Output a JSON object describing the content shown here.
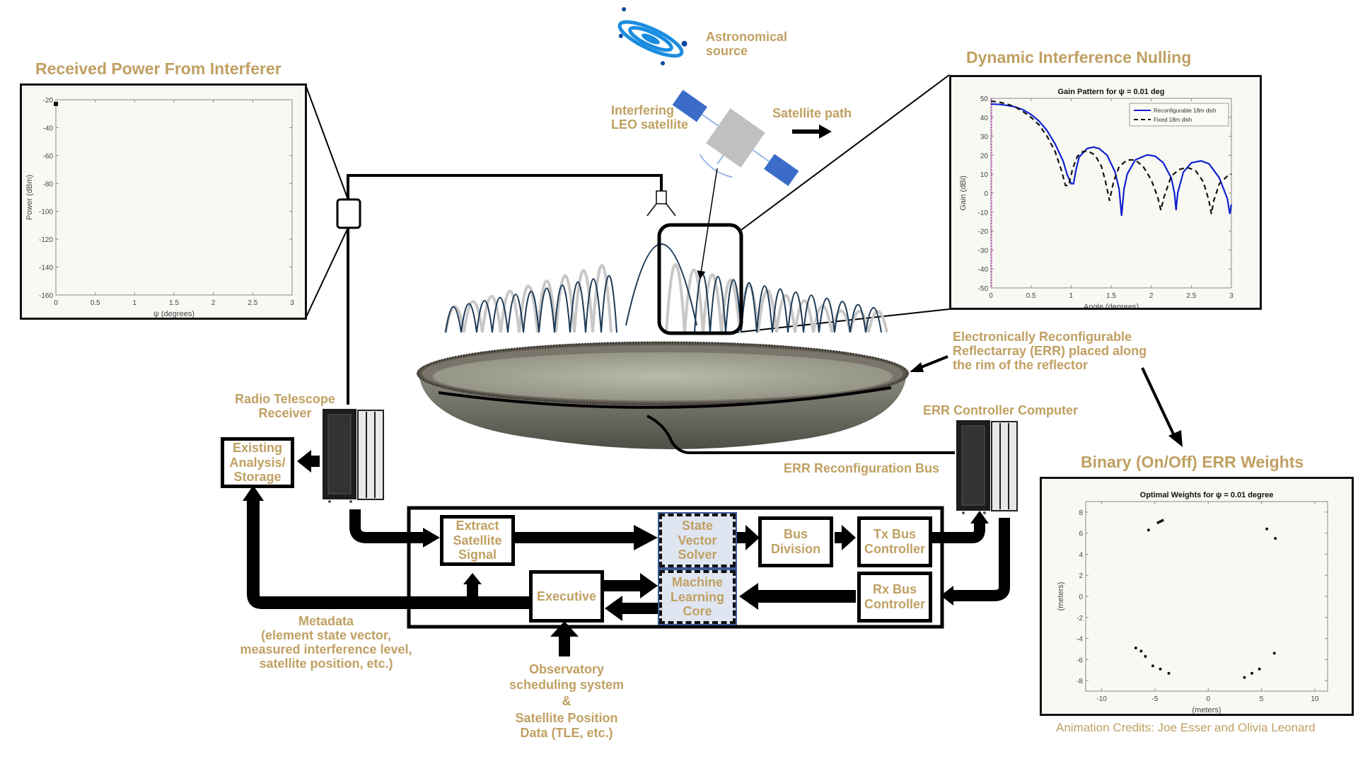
{
  "colors": {
    "label_gold": "#c0a062",
    "reconfigurable_line": "#1020d0",
    "fixed_line": "#111111",
    "solver_fill": "#dfe6f2",
    "satellite_panel": "#3a6cc8",
    "galaxy": "#1a8ce0"
  },
  "labels": {
    "astronomical_source": [
      "Astronomical",
      "source"
    ],
    "interfering_satellite": [
      "Interfering",
      "LEO satellite"
    ],
    "satellite_path": "Satellite path",
    "err_description": [
      "Electronically Reconfigurable",
      "Reflectarray (ERR) placed along",
      "the rim of the reflector"
    ],
    "radio_telescope_receiver": [
      "Radio Telescope",
      "Receiver"
    ],
    "err_controller_computer": "ERR Controller Computer",
    "err_reconfiguration_bus": "ERR Reconfiguration Bus",
    "metadata": [
      "Metadata",
      "(element state vector,",
      "measured interference level,",
      "satellite position, etc.)"
    ],
    "observatory": [
      "Observatory",
      "scheduling system",
      "&",
      "Satellite Position",
      "Data (TLE, etc.)"
    ],
    "credits": "Animation Credits: Joe Esser and Olivia Leonard"
  },
  "titles": {
    "received_power": "Received Power From Interferer",
    "dynamic_nulling": "Dynamic Interference Nulling",
    "binary_weights": "Binary (On/Off) ERR Weights"
  },
  "blocks": {
    "existing_analysis": [
      "Existing",
      "Analysis/",
      "Storage"
    ],
    "extract_signal": [
      "Extract",
      "Satellite",
      "Signal"
    ],
    "state_vector_solver": [
      "State",
      "Vector",
      "Solver"
    ],
    "machine_learning_core": [
      "Machine",
      "Learning",
      "Core"
    ],
    "bus_division": [
      "Bus",
      "Division"
    ],
    "tx_bus_controller": [
      "Tx Bus",
      "Controller"
    ],
    "rx_bus_controller": [
      "Rx Bus",
      "Controller"
    ],
    "executive": [
      "Executive"
    ]
  },
  "chart_data": [
    {
      "id": "received_power",
      "type": "scatter",
      "title": "",
      "xlabel": "ψ (degrees)",
      "ylabel": "Power (dBm)",
      "xlim": [
        0,
        3
      ],
      "ylim": [
        -160,
        -20
      ],
      "xticks": [
        0,
        0.5,
        1,
        1.5,
        2,
        2.5,
        3
      ],
      "xtick_labels": [
        "0",
        "0.5",
        "1",
        "1.5",
        "2",
        "2.5",
        "3"
      ],
      "yticks": [
        -20,
        -40,
        -60,
        -80,
        -100,
        -120,
        -140,
        -160
      ],
      "ytick_labels": [
        "-20",
        "-40",
        "-60",
        "-80",
        "-100",
        "-120",
        "-140",
        "-160"
      ],
      "grid": false,
      "points": [
        {
          "x": 0,
          "y": -23
        }
      ]
    },
    {
      "id": "gain_pattern",
      "type": "line",
      "title": "Gain Pattern for ψ = 0.01 deg",
      "xlabel": "Angle (degrees)",
      "ylabel": "Gain (dBi)",
      "xlim": [
        0,
        3
      ],
      "ylim": [
        -50,
        50
      ],
      "xticks": [
        0,
        0.5,
        1,
        1.5,
        2,
        2.5,
        3
      ],
      "xtick_labels": [
        "0",
        "0.5",
        "1",
        "1.5",
        "2",
        "2.5",
        "3"
      ],
      "yticks": [
        50,
        40,
        30,
        20,
        10,
        0,
        -10,
        -20,
        -30,
        -40,
        -50
      ],
      "ytick_labels": [
        "50",
        "40",
        "30",
        "20",
        "10",
        "0",
        "-10",
        "-20",
        "-30",
        "-40",
        "-50"
      ],
      "grid": false,
      "legend_position": "top-right",
      "series": [
        {
          "name": "Reconfigurable 18m dish",
          "style": "solid",
          "x": [
            0,
            0.1,
            0.2,
            0.3,
            0.4,
            0.5,
            0.6,
            0.7,
            0.8,
            0.9,
            0.95,
            1.0,
            1.03,
            1.06,
            1.1,
            1.2,
            1.28,
            1.35,
            1.45,
            1.55,
            1.6,
            1.63,
            1.66,
            1.7,
            1.8,
            1.95,
            2.05,
            2.15,
            2.25,
            2.29,
            2.31,
            2.33,
            2.4,
            2.5,
            2.62,
            2.72,
            2.85,
            2.95,
            2.98,
            3.0
          ],
          "y": [
            47,
            46.8,
            46.3,
            45.5,
            44,
            41.5,
            38,
            33,
            26,
            17,
            10,
            5,
            5,
            12,
            19,
            23.5,
            24.3,
            23.5,
            20,
            11,
            2,
            -12,
            2,
            10,
            17.5,
            20.2,
            19.5,
            16,
            8,
            0,
            -9,
            0,
            11,
            16,
            17,
            15.5,
            8,
            -3,
            -11,
            -6
          ]
        },
        {
          "name": "Fixed 18m dish",
          "style": "dashed",
          "x": [
            0,
            0.1,
            0.2,
            0.3,
            0.4,
            0.5,
            0.6,
            0.7,
            0.8,
            0.88,
            0.93,
            0.97,
            1.02,
            1.08,
            1.15,
            1.22,
            1.3,
            1.38,
            1.43,
            1.48,
            1.53,
            1.6,
            1.7,
            1.8,
            1.9,
            2.0,
            2.08,
            2.12,
            2.16,
            2.25,
            2.35,
            2.45,
            2.55,
            2.65,
            2.72,
            2.75,
            2.78,
            2.85,
            2.95,
            3.0
          ],
          "y": [
            48.5,
            48,
            47,
            45.5,
            43,
            40,
            36,
            30,
            22,
            12,
            4,
            4,
            13,
            19.5,
            22,
            22,
            20,
            14,
            6,
            -4,
            6,
            14,
            17.5,
            17.5,
            14,
            7,
            -2,
            -9,
            -2,
            9,
            12.5,
            13.5,
            12,
            6,
            -4,
            -11,
            -4,
            5,
            9,
            10
          ]
        }
      ]
    },
    {
      "id": "optimal_weights",
      "type": "scatter",
      "title": "Optimal Weights for ψ = 0.01 degree",
      "xlabel": "(meters)",
      "ylabel": "(meters)",
      "xlim": [
        -11.5,
        11.2
      ],
      "ylim": [
        -9,
        9
      ],
      "xticks": [
        -10,
        -5,
        0,
        5,
        10
      ],
      "xtick_labels": [
        "-10",
        "-5",
        "0",
        "5",
        "10"
      ],
      "yticks": [
        8,
        6,
        4,
        2,
        0,
        -2,
        -4,
        -6,
        -8
      ],
      "ytick_labels": [
        "8",
        "6",
        "4",
        "2",
        "0",
        "-2",
        "-4",
        "-6",
        "-8"
      ],
      "grid": false,
      "points": [
        {
          "x": -5.6,
          "y": 6.3
        },
        {
          "x": -4.7,
          "y": 7.0
        },
        {
          "x": -4.5,
          "y": 7.1
        },
        {
          "x": -4.3,
          "y": 7.2
        },
        {
          "x": 5.5,
          "y": 6.4
        },
        {
          "x": 6.3,
          "y": 5.5
        },
        {
          "x": -6.8,
          "y": -4.9
        },
        {
          "x": -6.3,
          "y": -5.2
        },
        {
          "x": -5.9,
          "y": -5.7
        },
        {
          "x": -5.2,
          "y": -6.6
        },
        {
          "x": -4.5,
          "y": -6.9
        },
        {
          "x": -3.7,
          "y": -7.3
        },
        {
          "x": 6.2,
          "y": -5.4
        },
        {
          "x": 4.8,
          "y": -6.9
        },
        {
          "x": 4.1,
          "y": -7.3
        },
        {
          "x": 3.4,
          "y": -7.7
        }
      ]
    }
  ]
}
